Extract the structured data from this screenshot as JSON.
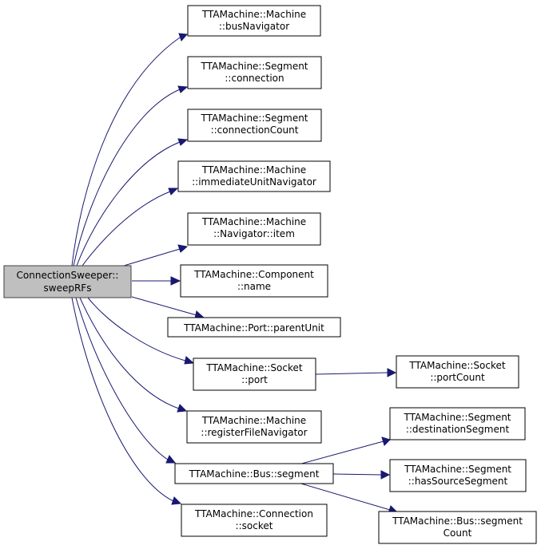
{
  "colors": {
    "edge": "#191970",
    "root_fill": "#bfbfbf",
    "node_fill": "#ffffff"
  },
  "nodes": {
    "root": {
      "line1": "ConnectionSweeper::",
      "line2": "sweepRFs"
    },
    "busNav": {
      "line1": "TTAMachine::Machine",
      "line2": "::busNavigator"
    },
    "segConn": {
      "line1": "TTAMachine::Segment",
      "line2": "::connection"
    },
    "segConnCnt": {
      "line1": "TTAMachine::Segment",
      "line2": "::connectionCount"
    },
    "immUnitNav": {
      "line1": "TTAMachine::Machine",
      "line2": "::immediateUnitNavigator"
    },
    "navItem": {
      "line1": "TTAMachine::Machine",
      "line2": "::Navigator::item"
    },
    "compName": {
      "line1": "TTAMachine::Component",
      "line2": "::name"
    },
    "portParent": {
      "line1": "TTAMachine::Port::parentUnit"
    },
    "sockPort": {
      "line1": "TTAMachine::Socket",
      "line2": "::port"
    },
    "sockPortCnt": {
      "line1": "TTAMachine::Socket",
      "line2": "::portCount"
    },
    "rfNav": {
      "line1": "TTAMachine::Machine",
      "line2": "::registerFileNavigator"
    },
    "busSeg": {
      "line1": "TTAMachine::Bus::segment"
    },
    "segDest": {
      "line1": "TTAMachine::Segment",
      "line2": "::destinationSegment"
    },
    "segHasSrc": {
      "line1": "TTAMachine::Segment",
      "line2": "::hasSourceSegment"
    },
    "busSegCnt": {
      "line1": "TTAMachine::Bus::segment",
      "line2": "Count"
    },
    "connSock": {
      "line1": "TTAMachine::Connection",
      "line2": "::socket"
    }
  },
  "edges": [
    {
      "from": "root",
      "to": "busNav"
    },
    {
      "from": "root",
      "to": "segConn"
    },
    {
      "from": "root",
      "to": "segConnCnt"
    },
    {
      "from": "root",
      "to": "immUnitNav"
    },
    {
      "from": "root",
      "to": "navItem"
    },
    {
      "from": "root",
      "to": "compName"
    },
    {
      "from": "root",
      "to": "portParent"
    },
    {
      "from": "root",
      "to": "sockPort"
    },
    {
      "from": "root",
      "to": "rfNav"
    },
    {
      "from": "root",
      "to": "busSeg"
    },
    {
      "from": "root",
      "to": "connSock"
    },
    {
      "from": "sockPort",
      "to": "sockPortCnt"
    },
    {
      "from": "busSeg",
      "to": "segDest"
    },
    {
      "from": "busSeg",
      "to": "segHasSrc"
    },
    {
      "from": "busSeg",
      "to": "busSegCnt"
    }
  ]
}
